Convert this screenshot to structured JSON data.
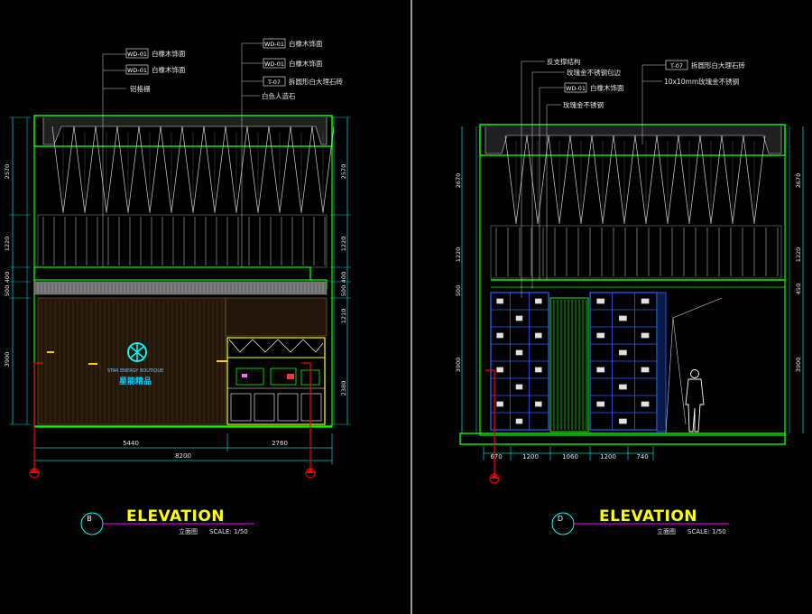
{
  "colors": {
    "background": "#000000",
    "frame": "#00ff00",
    "dim": "#00cccc",
    "leader": "#d0d0d0",
    "title": "#ffff00",
    "underline": "#ff00ff",
    "section_marker": "#ff0000",
    "glass": "#3060ff",
    "wood": "#2a1a10"
  },
  "left": {
    "callouts": [
      {
        "tag": "WD-01",
        "text": "白橡木饰面"
      },
      {
        "tag": "WD-01",
        "text": "白橡木饰面"
      },
      {
        "tag": "",
        "text": "铝格栅"
      }
    ],
    "callouts_right": [
      {
        "tag": "WD-01",
        "text": "白橡木饰面"
      },
      {
        "tag": "WD-01",
        "text": "白橡木饰面"
      },
      {
        "tag": "T-07",
        "text": "拆圆形白大理石砖"
      },
      {
        "tag": "",
        "text": "白色人造石"
      }
    ],
    "dims_left": [
      "2570",
      "1220",
      "400",
      "500",
      "3900"
    ],
    "dims_right": [
      "2570",
      "1220",
      "400",
      "500",
      "1210",
      "2380"
    ],
    "dims_bottom": [
      "5440",
      "2760"
    ],
    "dim_total": "8200",
    "logo_line1": "STAR ENERGY BOUTIQUE",
    "logo_line2": "星能精品",
    "bubble": "B",
    "title": "ELEVATION",
    "subtitle": "立面图",
    "scale": "SCALE: 1/50"
  },
  "right": {
    "callouts": [
      {
        "tag": "",
        "text": "反支撑结构"
      },
      {
        "tag": "",
        "text": "玫瑰金不锈钢包边"
      },
      {
        "tag": "WD-01",
        "text": "白橡木饰面"
      },
      {
        "tag": "",
        "text": "玫瑰金不锈钢"
      }
    ],
    "callouts_right": [
      {
        "tag": "T-07",
        "text": "拆圆形白大理石砖"
      },
      {
        "tag": "",
        "text": "10x10mm玫瑰金不锈钢"
      }
    ],
    "dims_left": [
      "2670",
      "1220",
      "500",
      "3900"
    ],
    "dims_right": [
      "2670",
      "1220",
      "450",
      "3900"
    ],
    "dims_bottom": [
      "670",
      "1200",
      "1060",
      "1200",
      "740"
    ],
    "bubble": "D",
    "title": "ELEVATION",
    "subtitle": "立面图",
    "scale": "SCALE: 1/50"
  }
}
